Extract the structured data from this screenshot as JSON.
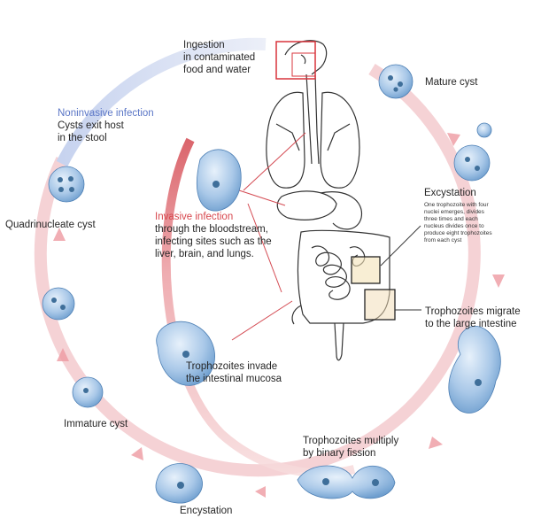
{
  "labels": {
    "ingestion": {
      "line1": "Ingestion",
      "line2": "in contaminated",
      "line3": "food and water"
    },
    "mature_cyst": "Mature cyst",
    "noninvasive": {
      "title": "Noninvasive infection",
      "line1": "Cysts exit host",
      "line2": "in the stool"
    },
    "excystation": {
      "title": "Excystation",
      "desc1": "One trophozoite with four",
      "desc2": "nuclei emerges, divides",
      "desc3": "three times and each",
      "desc4": "nucleus divides once to",
      "desc5": "produce eight trophozoites",
      "desc6": "from each cyst"
    },
    "quadrinucleate": "Quadrinucleate cyst",
    "invasive": {
      "title": "Invasive infection",
      "line1": "through the bloodstream,",
      "line2": "infecting sites such as the",
      "line3": "liver, brain, and lungs."
    },
    "migrate": {
      "line1": "Trophozoites  migrate",
      "line2": "to the large intestine"
    },
    "invade": {
      "line1": "Trophozoites invade",
      "line2": "the intestinal mucosa"
    },
    "immature_cyst": "Immature cyst",
    "multiply": {
      "line1": "Trophozoites multiply",
      "line2": "by binary fission"
    },
    "encystation": "Encystation"
  },
  "colors": {
    "cycle_red": "#f2c3c6",
    "cycle_blue": "#c7d3ef",
    "invasive_red": "#d44a52",
    "cell_blue": "#a9c8e8",
    "nucleus": "#3f6f9a"
  }
}
